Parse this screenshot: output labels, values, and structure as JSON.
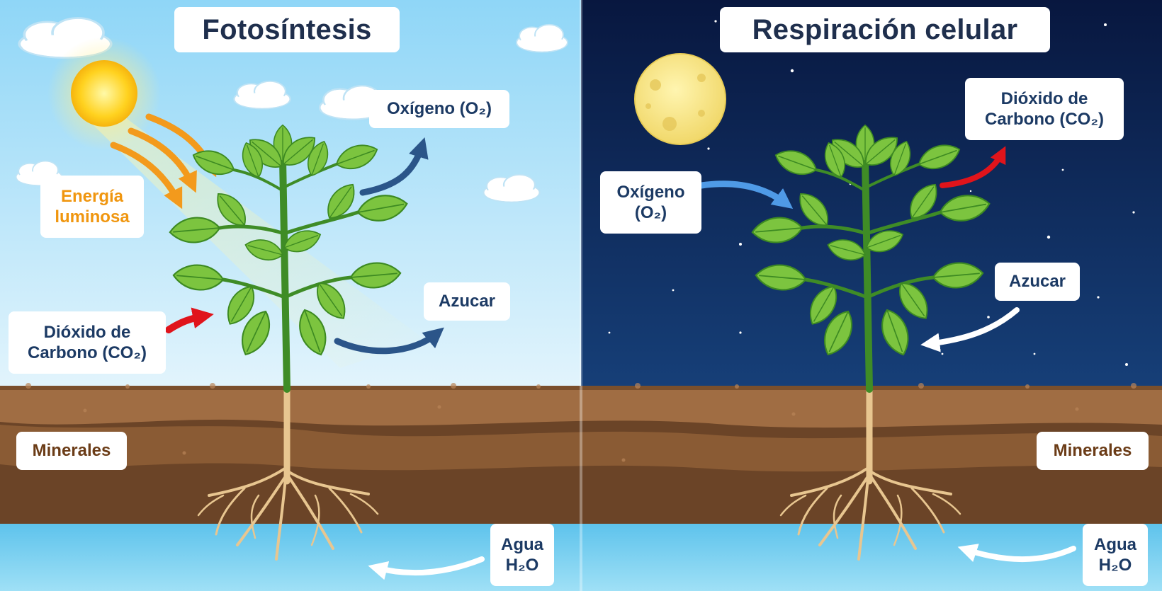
{
  "colors": {
    "day_sky_top": "#8fd6f7",
    "day_sky_bottom": "#d8f0fb",
    "night_sky_top": "#0a1a47",
    "night_sky_bottom": "#143a72",
    "soil_dark": "#6b4427",
    "soil_light": "#a06d43",
    "water": "#6ac8ee",
    "label_text": "#1c3a64",
    "energy_text": "#f0960f",
    "mineral_text": "#6b3c17",
    "red_arrow": "#e0141b",
    "blue_arrow": "#2b5589",
    "white_arrow": "#ffffff"
  },
  "photosynthesis": {
    "title": "Fotosíntesis",
    "energy_line1": "Energía",
    "energy_line2": "luminosa",
    "oxygen": "Oxígeno (O₂)",
    "sugar": "Azucar",
    "co2_line1": "Dióxido de",
    "co2_line2": "Carbono (CO₂)",
    "minerals": "Minerales",
    "water_line1": "Agua",
    "water_line2": "H₂O"
  },
  "respiration": {
    "title": "Respiración celular",
    "co2_line1": "Dióxido de",
    "co2_line2": "Carbono (CO₂)",
    "oxygen_line1": "Oxígeno",
    "oxygen_line2": "(O₂)",
    "sugar": "Azucar",
    "minerals": "Minerales",
    "water_line1": "Agua",
    "water_line2": "H₂O"
  }
}
